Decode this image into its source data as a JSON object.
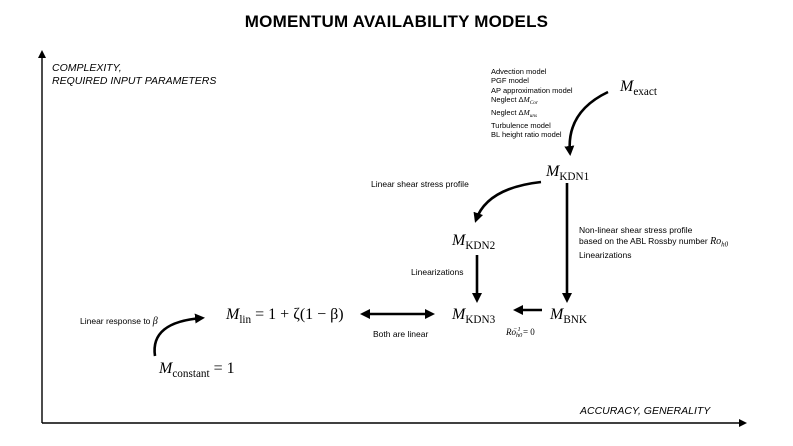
{
  "title": "MOMENTUM AVAILABILITY MODELS",
  "y_axis": {
    "line1": "COMPLEXITY,",
    "line2": "REQUIRED INPUT PARAMETERS"
  },
  "x_axis": {
    "label": "ACCURACY, GENERALITY"
  },
  "models": {
    "exact": {
      "symbol": "M",
      "sub": "exact"
    },
    "kdn1": {
      "symbol": "M",
      "sub": "KDN1"
    },
    "kdn2": {
      "symbol": "M",
      "sub": "KDN2"
    },
    "kdn3": {
      "symbol": "M",
      "sub": "KDN3"
    },
    "bnk": {
      "symbol": "M",
      "sub": "BNK"
    },
    "lin": {
      "symbol": "M",
      "sub": "lin",
      "rhs": "= 1 + ζ(1 − β)"
    },
    "constant": {
      "symbol": "M",
      "sub": "constant",
      "rhs": "= 1"
    }
  },
  "assumptions": [
    "Advection model",
    "PGF model",
    "AP approximation model",
    "Neglect Δ",
    "Neglect Δ",
    "Turbulence model",
    "BL height ratio model"
  ],
  "assumption_syms": {
    "cor": {
      "symbol": "M",
      "sub": "Cor"
    },
    "uns": {
      "symbol": "M",
      "sub": "uns"
    }
  },
  "labels": {
    "linear_shear": "Linear shear stress profile",
    "nonlinear_shear_1": "Non-linear shear stress profile",
    "nonlinear_shear_2": "based on the ABL Rossby number",
    "rossby_symbol": "Ro",
    "rossby_sub": "h0",
    "linearizations_right": "Linearizations",
    "linearizations_mid": "Linearizations",
    "both_linear": "Both are linear",
    "linear_response": "Linear response to",
    "beta": "β",
    "rossby_limit_sup": "−1",
    "rossby_limit_eq": "= 0"
  }
}
